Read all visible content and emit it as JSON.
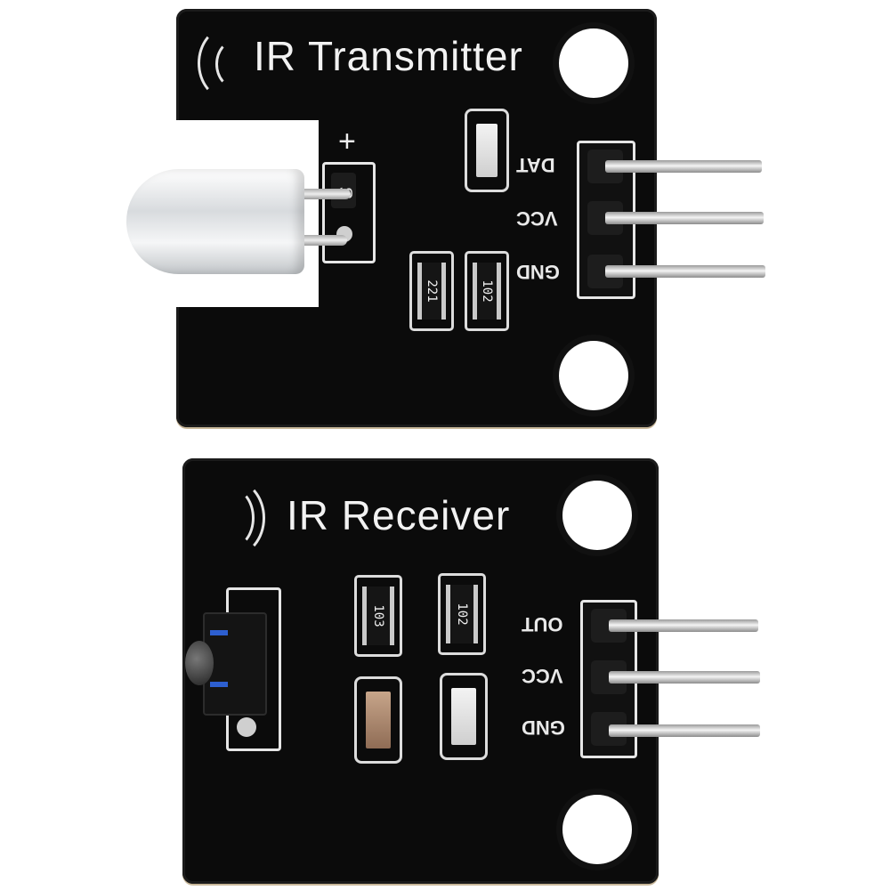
{
  "transmitter": {
    "title": "IR Transmitter",
    "plus_mark": "+",
    "pins": [
      "DAT",
      "VCC",
      "GND"
    ],
    "resistor_codes": [
      "221",
      "102"
    ],
    "led_marking": "S"
  },
  "receiver": {
    "title": "IR Receiver",
    "pins": [
      "OUT",
      "VCC",
      "GND"
    ],
    "resistor_codes": [
      "103",
      "102"
    ]
  },
  "colors": {
    "pcb": "#0b0b0b",
    "silkscreen": "#e6e6e6",
    "background": "#ffffff",
    "receiver_stripe": "#2d5fd0"
  }
}
